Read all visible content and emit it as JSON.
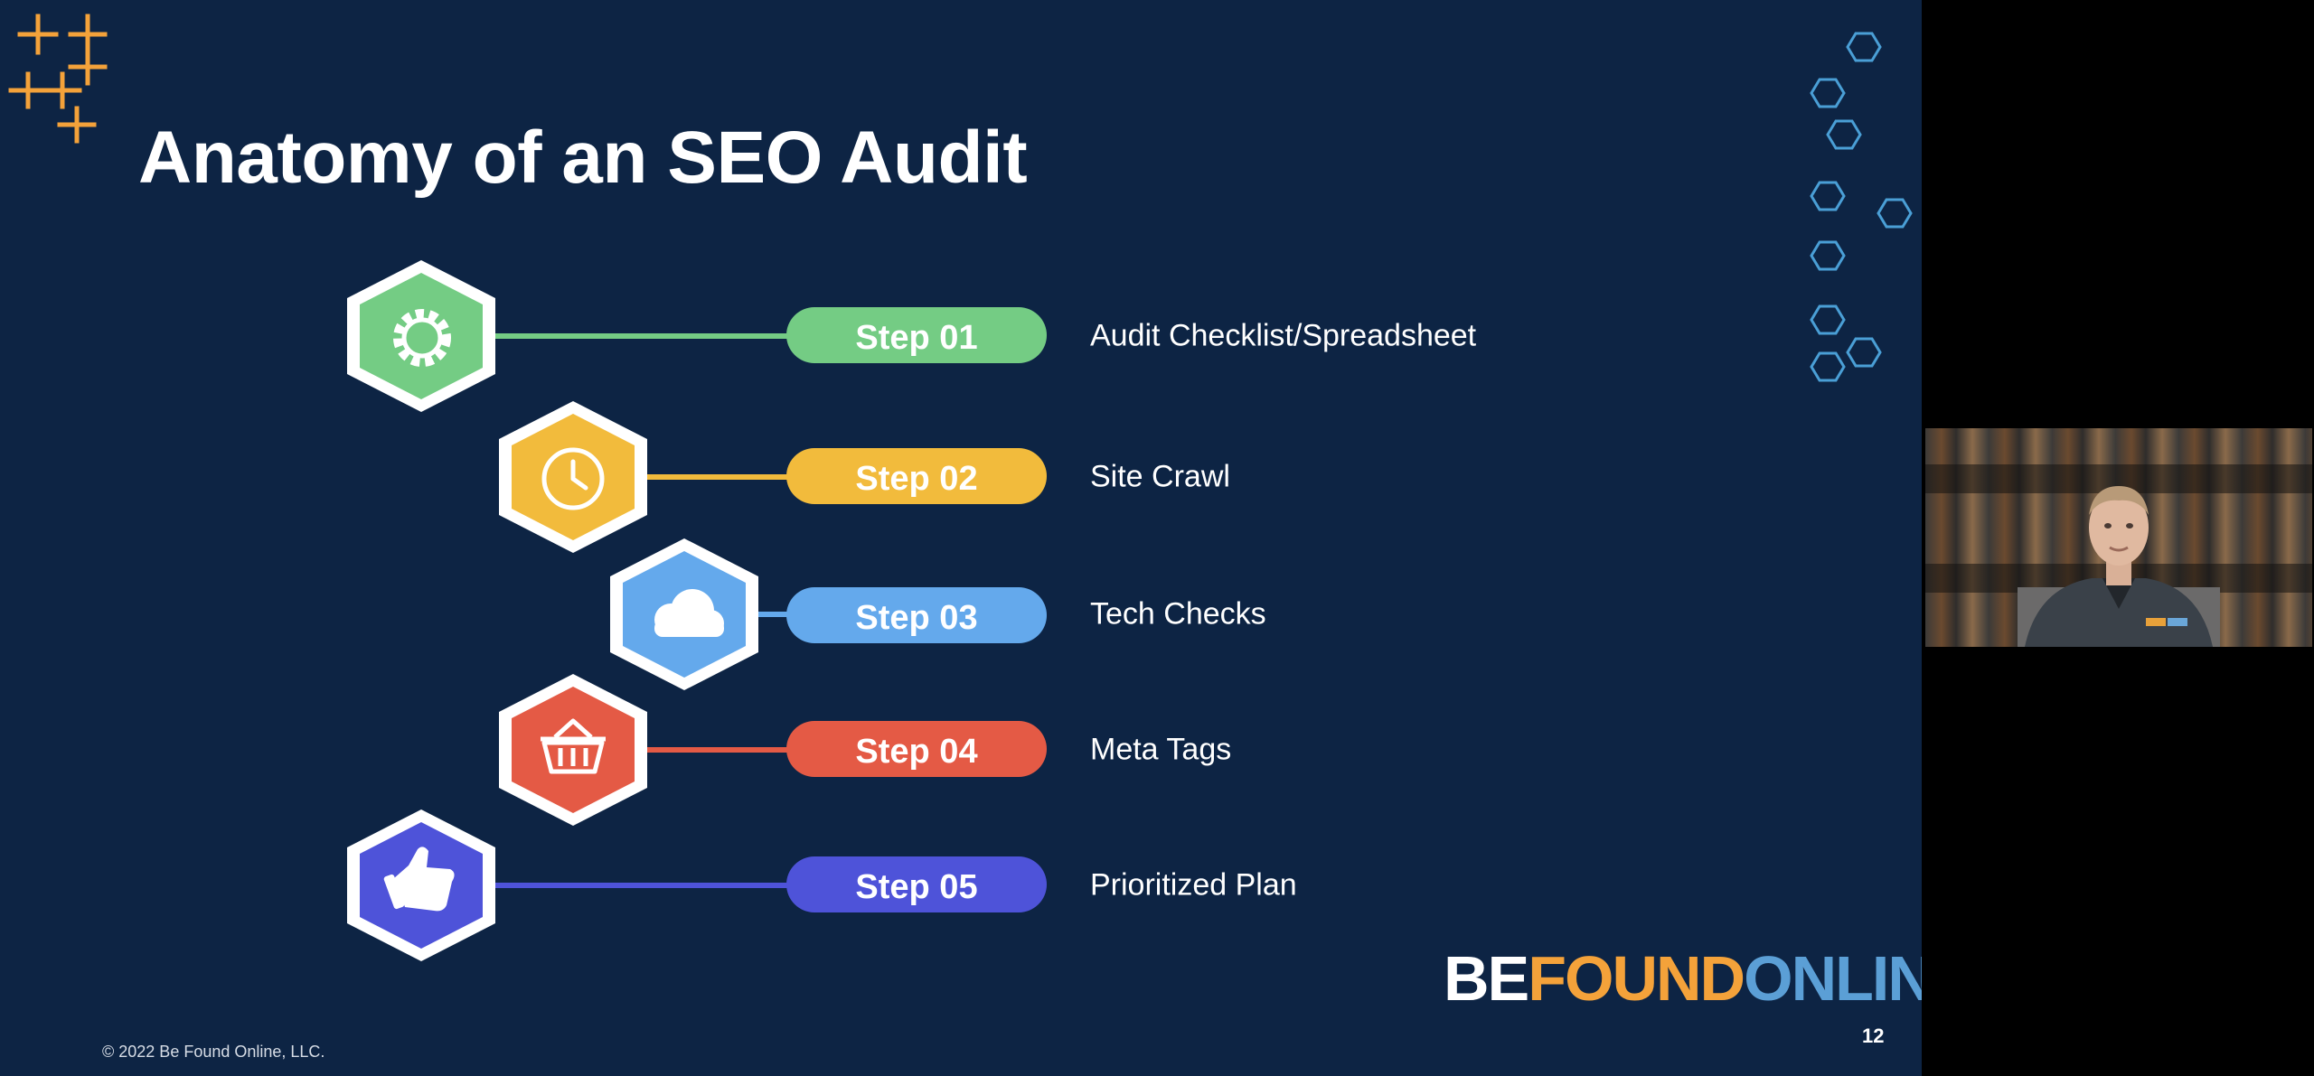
{
  "slide": {
    "title": "Anatomy of an SEO Audit",
    "copyright": "© 2022 Be Found Online, LLC.",
    "page_number": "12",
    "brand": {
      "part1": "BE",
      "part2": "FOUND",
      "part3": "ONLINE"
    },
    "colors": {
      "background": "#0d2444",
      "green": "#74cc84",
      "yellow": "#f2bb3c",
      "blue": "#64a9ec",
      "red": "#e45a45",
      "indigo": "#4e53d9",
      "accent_orange": "#f4a23a",
      "deco_hex": "#4a9fd6"
    },
    "steps": [
      {
        "label": "Step 01",
        "description": "Audit Checklist/Spreadsheet",
        "icon": "gear-icon",
        "color": "#74cc84"
      },
      {
        "label": "Step 02",
        "description": "Site Crawl",
        "icon": "clock-icon",
        "color": "#f2bb3c"
      },
      {
        "label": "Step 03",
        "description": "Tech Checks",
        "icon": "cloud-icon",
        "color": "#64a9ec"
      },
      {
        "label": "Step 04",
        "description": "Meta Tags",
        "icon": "basket-icon",
        "color": "#e45a45"
      },
      {
        "label": "Step 05",
        "description": "Prioritized Plan",
        "icon": "thumbs-up-icon",
        "color": "#4e53d9"
      }
    ]
  },
  "webcam": {
    "icon": "presenter-video-icon"
  }
}
